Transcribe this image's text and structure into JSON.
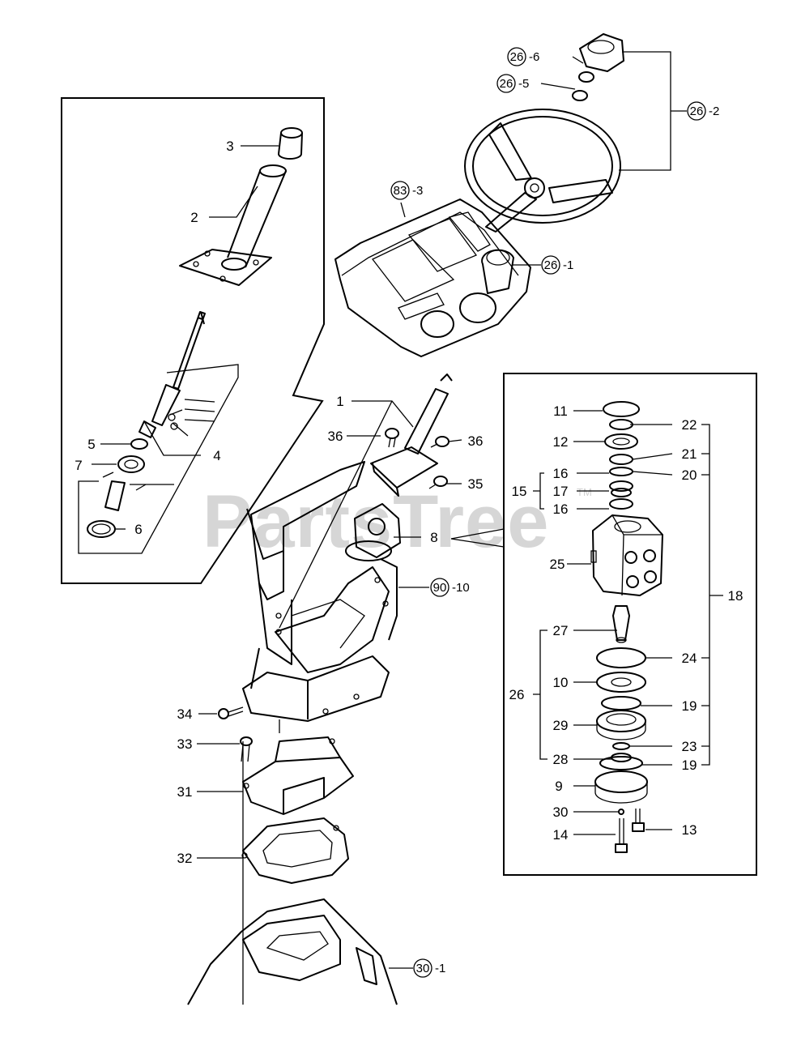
{
  "watermark": "PartsTree",
  "watermark_tm": "TM",
  "callouts": {
    "c26_6": {
      "num": "26",
      "suffix": "-6"
    },
    "c26_5": {
      "num": "26",
      "suffix": "-5"
    },
    "c26_2": {
      "num": "26",
      "suffix": "-2"
    },
    "c83_3": {
      "num": "83",
      "suffix": "-3"
    },
    "c26_1": {
      "num": "26",
      "suffix": "-1"
    },
    "c90_10": {
      "num": "90",
      "suffix": "-10"
    },
    "c30_1": {
      "num": "30",
      "suffix": "-1"
    }
  },
  "labels": {
    "l3": "3",
    "l2": "2",
    "l5": "5",
    "l4": "4",
    "l7": "7",
    "l6": "6",
    "l1": "1",
    "l36a": "36",
    "l36b": "36",
    "l35": "35",
    "l8": "8",
    "l34": "34",
    "l33": "33",
    "l31": "31",
    "l32": "32",
    "r11": "11",
    "r22": "22",
    "r12": "12",
    "r21": "21",
    "r16a": "16",
    "r20": "20",
    "r15": "15",
    "r17": "17",
    "r16b": "16",
    "r25": "25",
    "r18": "18",
    "r27": "27",
    "r24": "24",
    "r26": "26",
    "r10": "10",
    "r19a": "19",
    "r29": "29",
    "r23": "23",
    "r28": "28",
    "r19b": "19",
    "r9": "9",
    "r30": "30",
    "r14": "14",
    "r13": "13"
  }
}
